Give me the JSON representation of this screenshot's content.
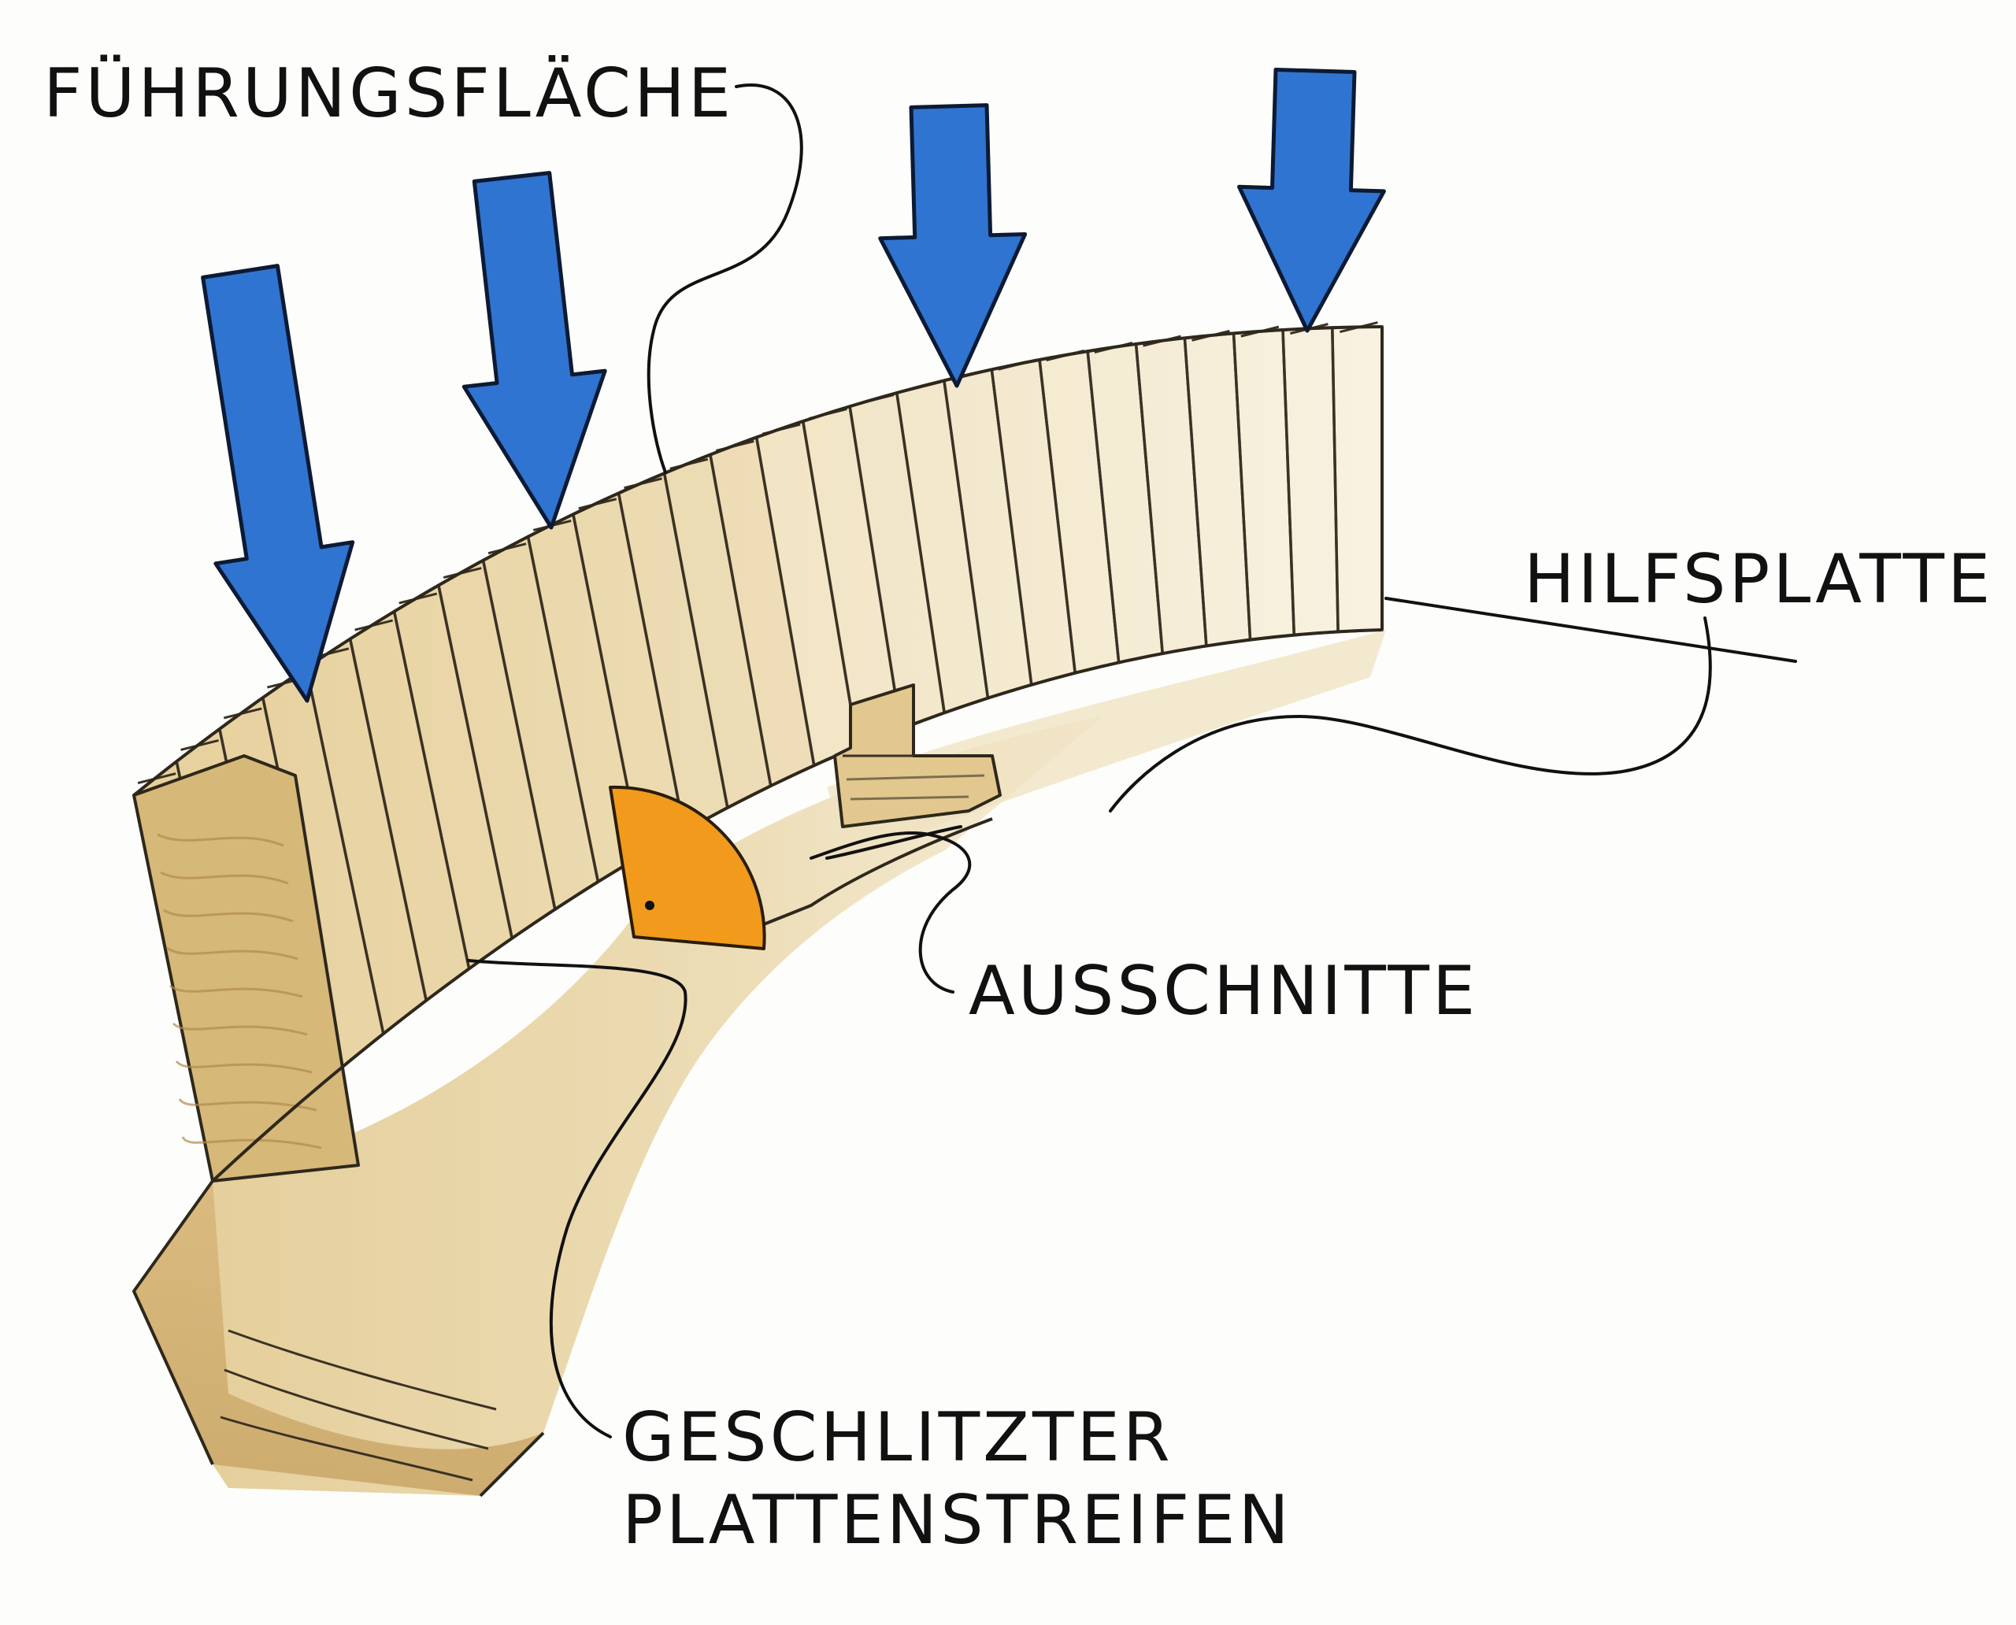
{
  "labels": {
    "guide_surface": "FÜHRUNGSFLÄCHE",
    "aux_board": "HILFSPLATTE",
    "cutouts": "AUSSCHNITTE",
    "slotted_strip_line1": "GESCHLITZTER",
    "slotted_strip_line2": "PLATTENSTREIFEN"
  },
  "colors": {
    "arrow": "#2f74d0",
    "wood": "#e9d6a8",
    "wood_dark": "#d6b878",
    "wood_light": "#f4e9cc",
    "protractor": "#f29a1c"
  },
  "icons": {
    "pressure_arrows": "down-arrow-icon",
    "protractor": "quarter-circle-icon"
  }
}
